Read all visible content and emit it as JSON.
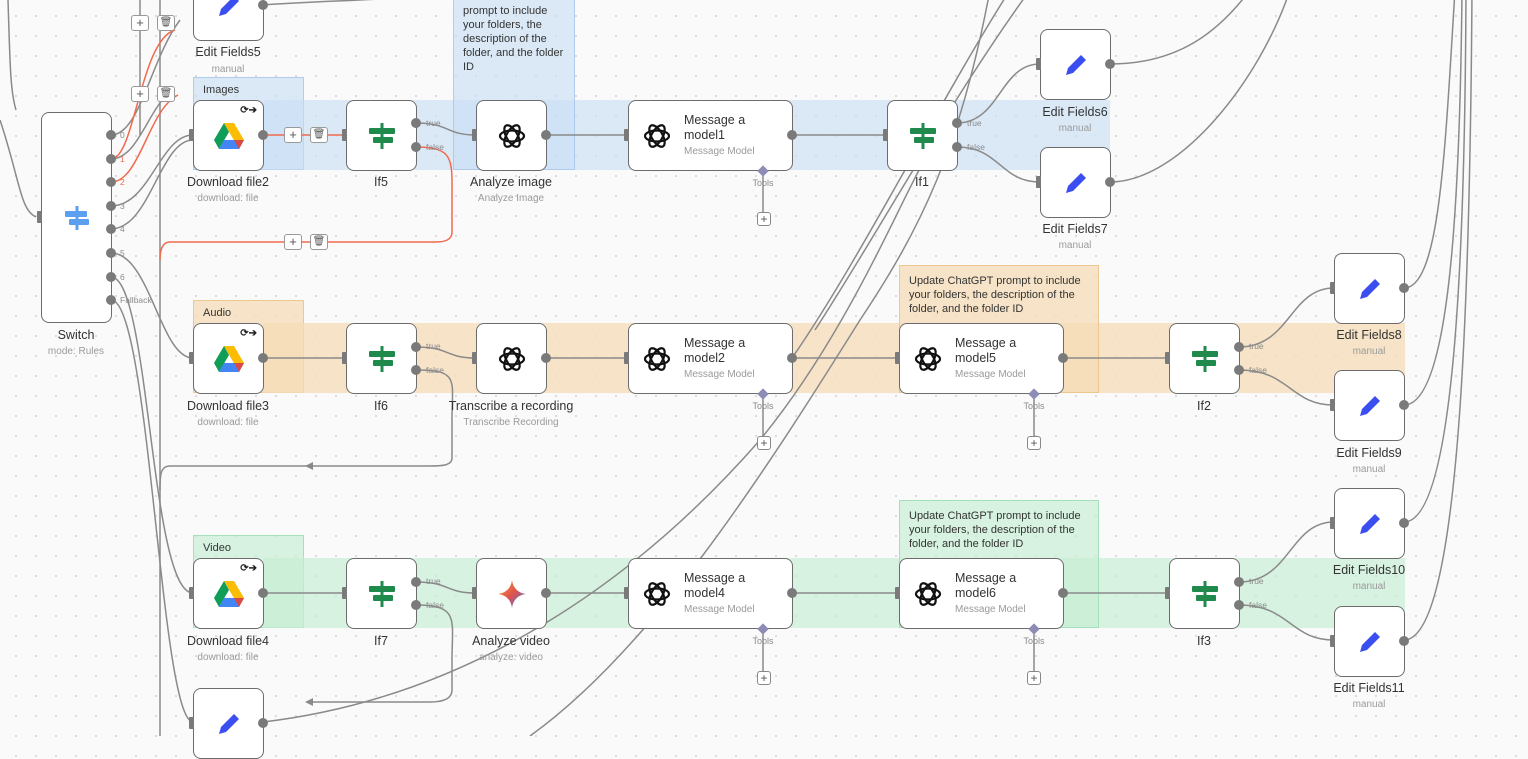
{
  "groups": {
    "images": "Images",
    "audio": "Audio",
    "video": "Video"
  },
  "notes": {
    "top": "prompt to include your folders, the description of the folder, and the folder ID",
    "mid": "Update ChatGPT prompt to include your folders, the description of the folder, and the folder ID",
    "low": "Update ChatGPT prompt to include your folders, the description of the folder, and the folder ID"
  },
  "nodes": {
    "switch": {
      "label": "Switch",
      "sub": "mode: Rules"
    },
    "edit5": {
      "label": "Edit Fields5",
      "sub": "manual"
    },
    "dl2": {
      "label": "Download file2",
      "sub": "download: file"
    },
    "dl3": {
      "label": "Download file3",
      "sub": "download: file"
    },
    "dl4": {
      "label": "Download file4",
      "sub": "download: file"
    },
    "if5": {
      "label": "If5"
    },
    "if6": {
      "label": "If6"
    },
    "if7": {
      "label": "If7"
    },
    "analyze_image": {
      "label": "Analyze image",
      "sub": "Analyze Image"
    },
    "transcribe": {
      "label": "Transcribe a recording",
      "sub": "Transcribe Recording"
    },
    "analyze_video": {
      "label": "Analyze video",
      "sub": "analyze: video"
    },
    "model1": {
      "title1": "Message a",
      "title2": "model1",
      "sub": "Message Model"
    },
    "model2": {
      "title1": "Message a",
      "title2": "model2",
      "sub": "Message Model"
    },
    "model4": {
      "title1": "Message a",
      "title2": "model4",
      "sub": "Message Model"
    },
    "model5": {
      "title1": "Message a",
      "title2": "model5",
      "sub": "Message Model"
    },
    "model6": {
      "title1": "Message a",
      "title2": "model6",
      "sub": "Message Model"
    },
    "if1": {
      "label": "If1"
    },
    "if2": {
      "label": "If2"
    },
    "if3": {
      "label": "If3"
    },
    "edit6": {
      "label": "Edit Fields6",
      "sub": "manual"
    },
    "edit7": {
      "label": "Edit Fields7",
      "sub": "manual"
    },
    "edit8": {
      "label": "Edit Fields8",
      "sub": "manual"
    },
    "edit9": {
      "label": "Edit Fields9",
      "sub": "manual"
    },
    "edit10": {
      "label": "Edit Fields10",
      "sub": "manual"
    },
    "edit11": {
      "label": "Edit Fields11",
      "sub": "manual"
    }
  },
  "ports": {
    "switch_outputs": [
      "0",
      "1",
      "2",
      "3",
      "4",
      "5",
      "6",
      "Fallback"
    ],
    "true_label": "true",
    "false_label": "false",
    "tools_label": "Tools"
  },
  "buttons": {
    "add": "+",
    "delete": "🗑"
  },
  "colors": {
    "accent_red": "#f06a4e",
    "edge": "#8a8a8a",
    "pen": "#3b4ef0",
    "if_green": "#1f8a4c"
  }
}
